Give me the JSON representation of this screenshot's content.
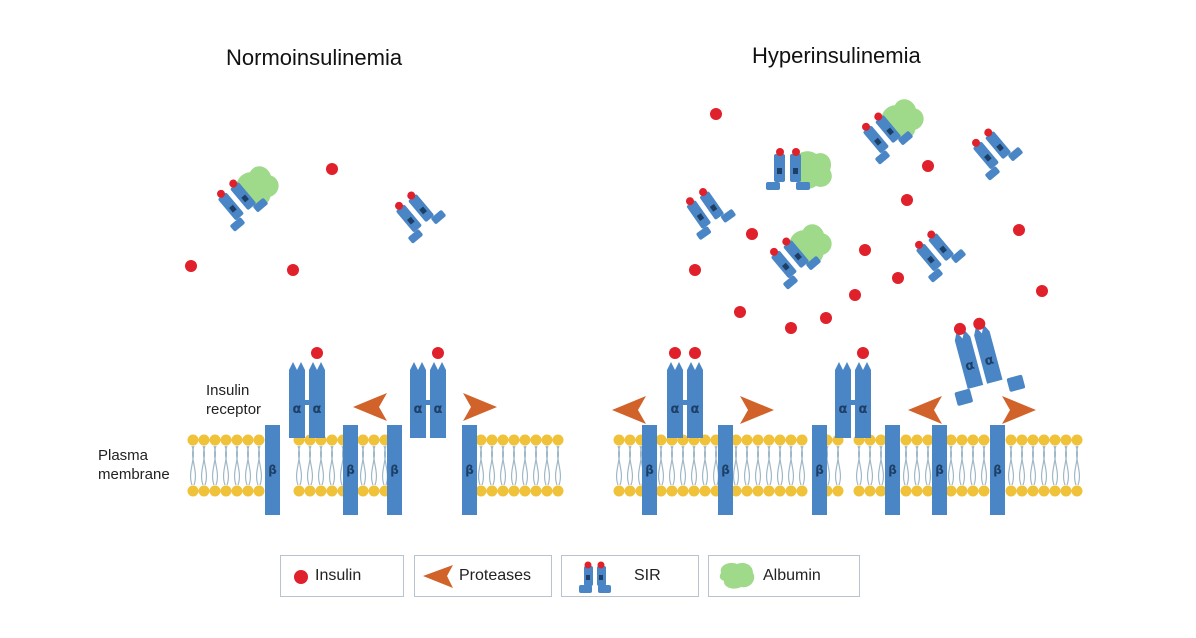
{
  "titles": {
    "left": "Normoinsulinemia",
    "right": "Hyperinsulinemia"
  },
  "labels": {
    "insulin_receptor_line1": "Insulin",
    "insulin_receptor_line2": "receptor",
    "plasma_membrane_line1": "Plasma",
    "plasma_membrane_line2": "membrane",
    "alpha": "α",
    "beta": "β"
  },
  "legend": [
    {
      "label": "Insulin",
      "icon": "insulin-dot-icon"
    },
    {
      "label": "Proteases",
      "icon": "protease-chevron-icon"
    },
    {
      "label": "SIR",
      "icon": "soluble-insulin-receptor-icon"
    },
    {
      "label": "Albumin",
      "icon": "albumin-blob-icon"
    }
  ],
  "colors": {
    "insulin": "#e0202a",
    "receptor": "#4a86c5",
    "receptor_dark": "#2e5f96",
    "protease": "#d0622a",
    "albumin": "#9fd98a",
    "lipid_head": "#f0c23a",
    "lipid_tail": "#9fb8c8",
    "legend_border": "#b8c3cf"
  }
}
